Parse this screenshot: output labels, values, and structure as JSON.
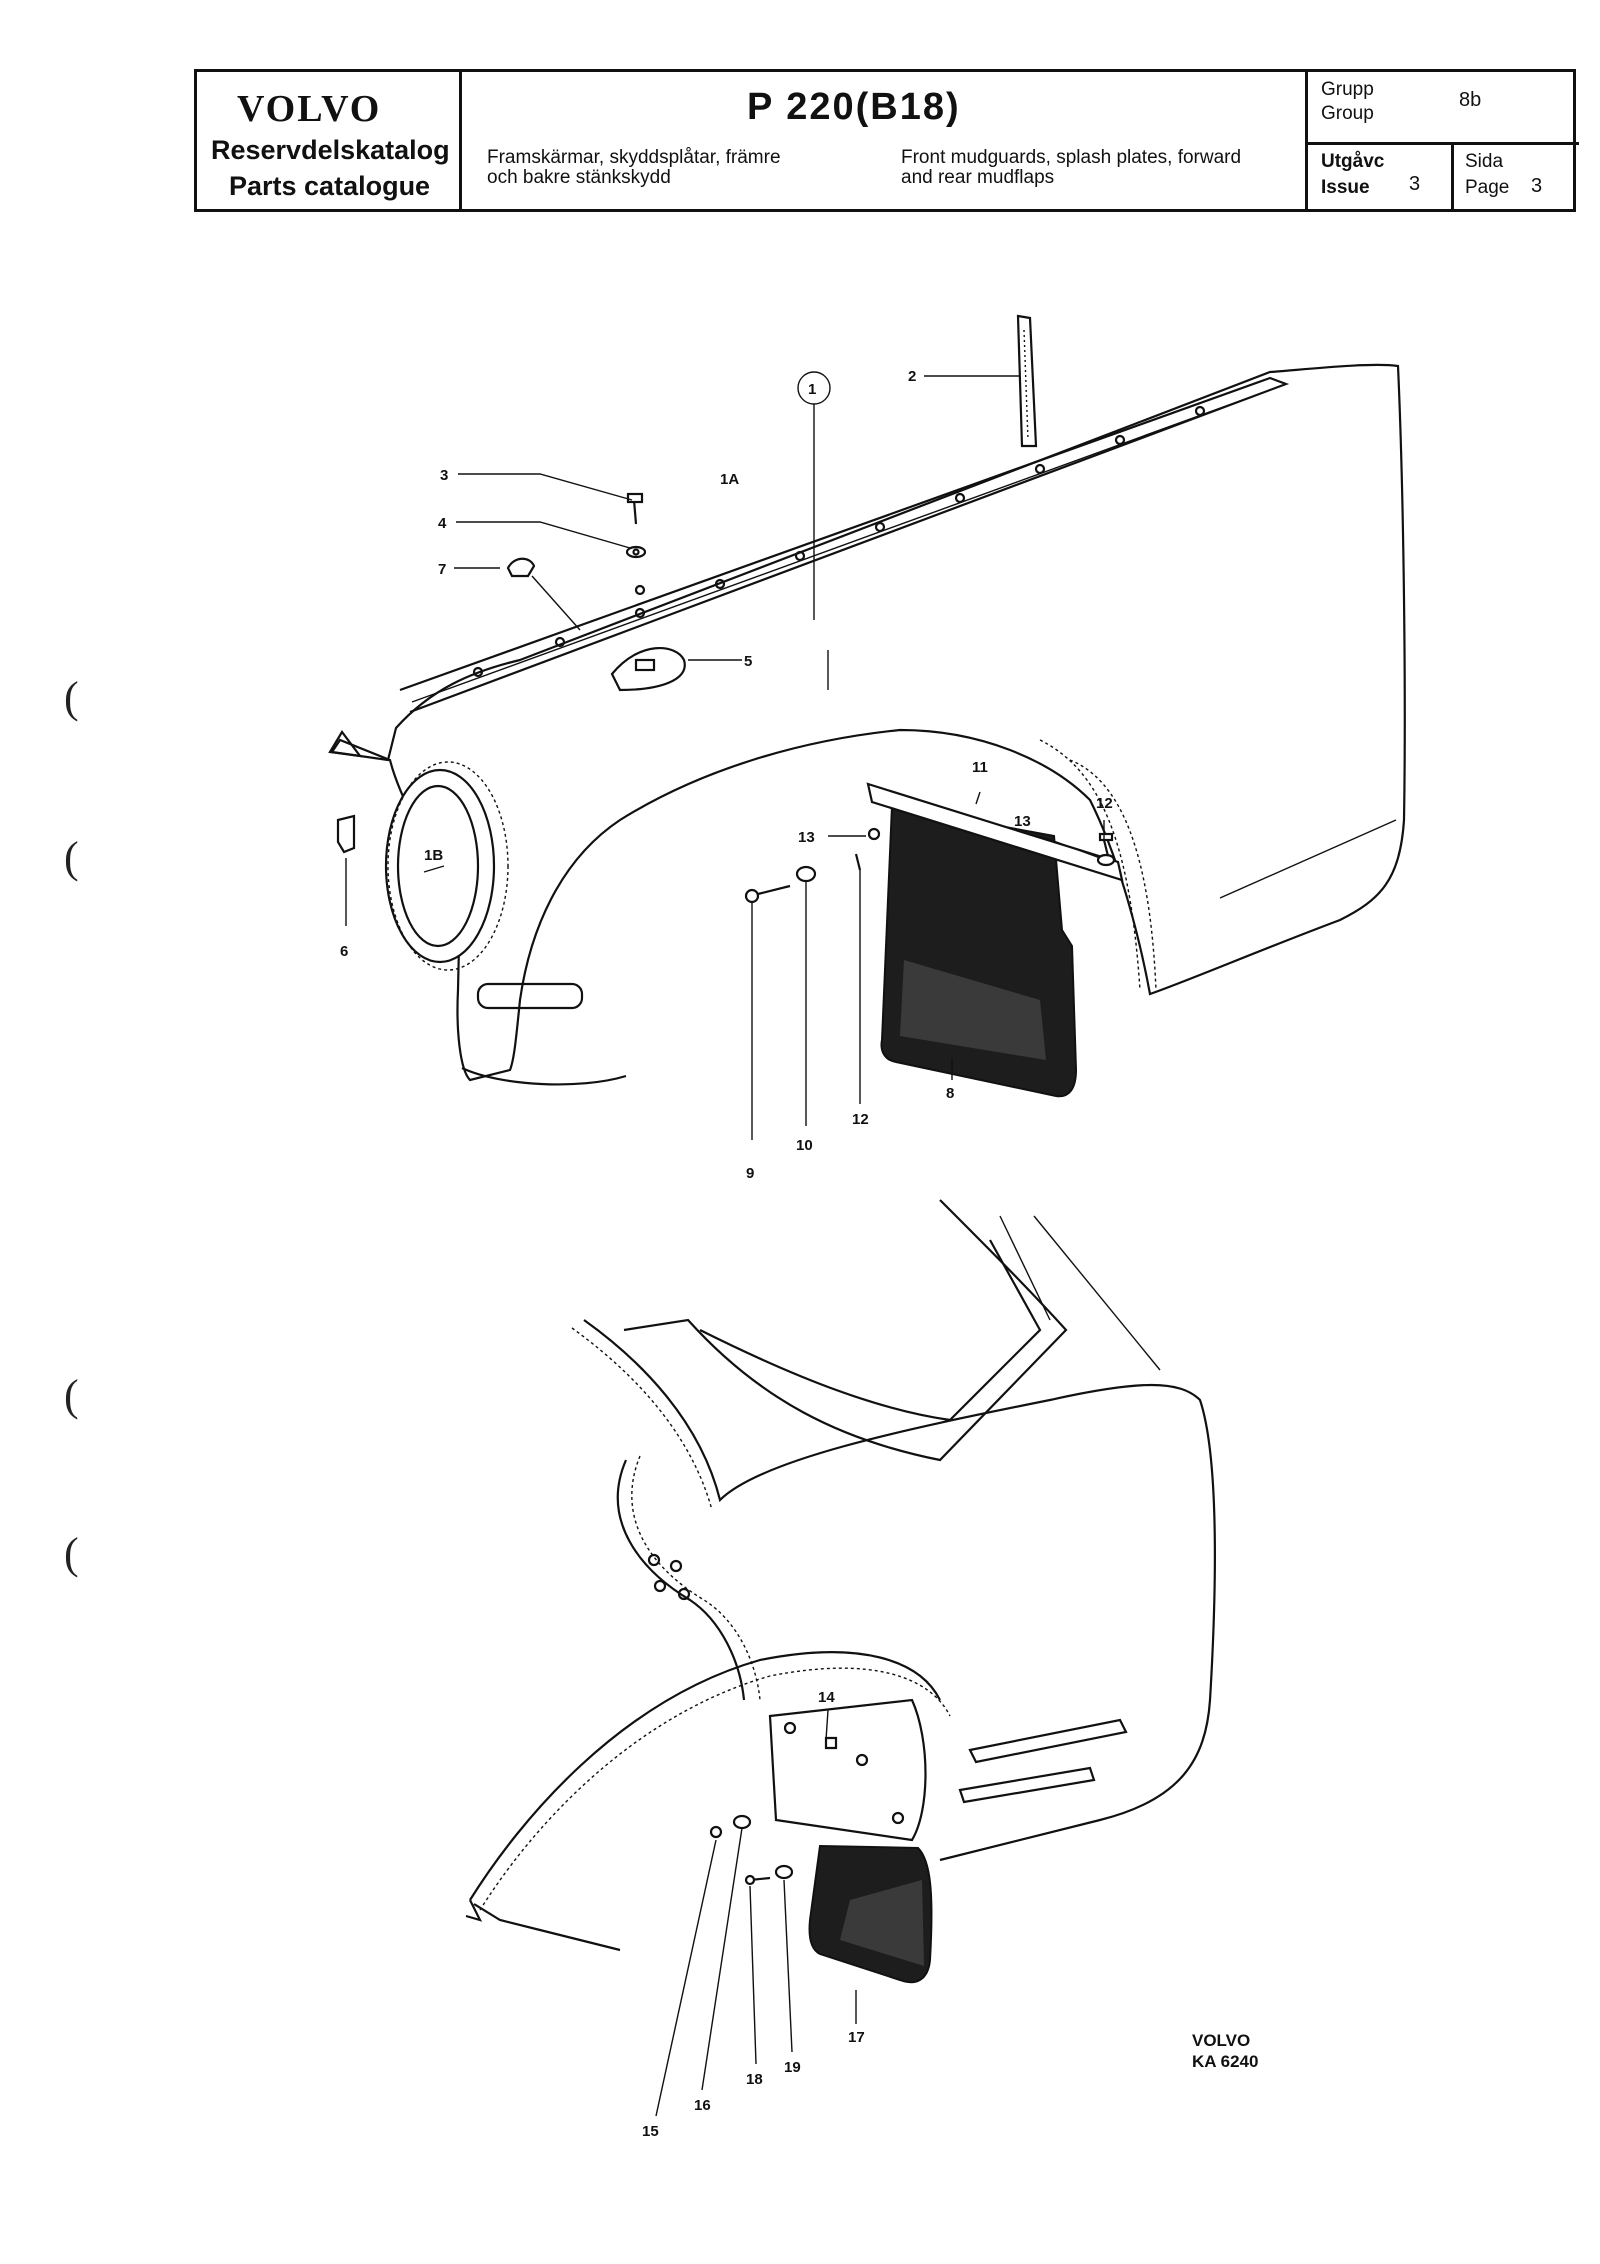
{
  "header": {
    "brand": "VOLVO",
    "catalog_sv": "Reservdelskatalog",
    "catalog_en": "Parts catalogue",
    "model": "P 220(B18)",
    "desc_sv_line1": "Framskärmar, skyddsplåtar, främre",
    "desc_sv_line2": "och bakre stänkskydd",
    "desc_en_line1": "Front mudguards, splash plates, forward",
    "desc_en_line2": "and rear mudflaps",
    "grupp_label_sv": "Grupp",
    "grupp_label_en": "Group",
    "grupp_value": "8b",
    "utgava_label_sv": "Utgåvc",
    "issue_label_en": "Issue",
    "issue_value": "3",
    "sida_label_sv": "Sida",
    "page_label_en": "Page",
    "page_value": "3"
  },
  "callouts": {
    "c1": "1",
    "c1a": "1A",
    "c1b": "1B",
    "c2": "2",
    "c3": "3",
    "c4": "4",
    "c5": "5",
    "c6": "6",
    "c7": "7",
    "c8": "8",
    "c9": "9",
    "c10": "10",
    "c11": "11",
    "c12a": "12",
    "c12b": "12",
    "c13a": "13",
    "c13b": "13",
    "c14": "14",
    "c15": "15",
    "c16": "16",
    "c17": "17",
    "c18": "18",
    "c19": "19"
  },
  "margin_marks": [
    "(",
    "(",
    "(",
    "("
  ],
  "footer": {
    "brand": "VOLVO",
    "code": "KA 6240"
  }
}
